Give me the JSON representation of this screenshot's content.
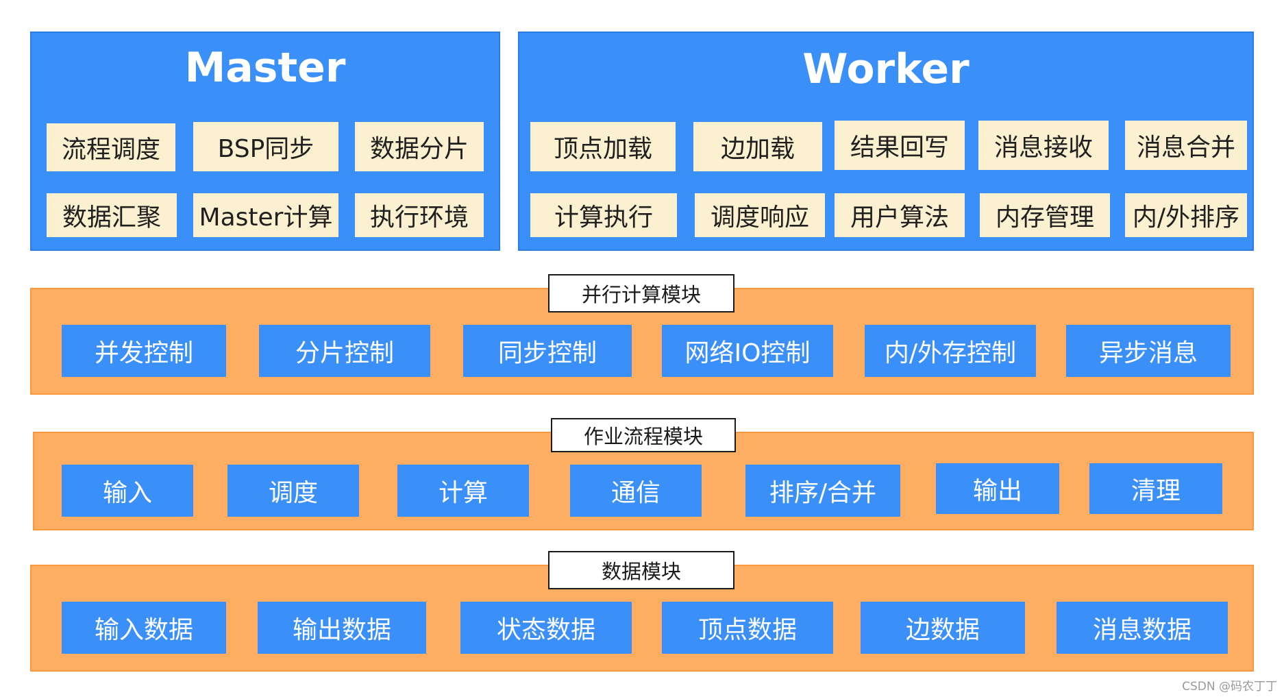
{
  "master": {
    "title": "Master",
    "items": [
      "流程调度",
      "BSP同步",
      "数据分片",
      "数据汇聚",
      "Master计算",
      "执行环境"
    ]
  },
  "worker": {
    "title": "Worker",
    "items": [
      "顶点加载",
      "边加载",
      "结果回写",
      "消息接收",
      "消息合并",
      "计算执行",
      "调度响应",
      "用户算法",
      "内存管理",
      "内/外排序"
    ]
  },
  "parallel_module": {
    "title": "并行计算模块",
    "items": [
      "并发控制",
      "分片控制",
      "同步控制",
      "网络IO控制",
      "内/外存控制",
      "异步消息"
    ]
  },
  "job_flow_module": {
    "title": "作业流程模块",
    "items": [
      "输入",
      "调度",
      "计算",
      "通信",
      "排序/合并",
      "输出",
      "清理"
    ]
  },
  "data_module": {
    "title": "数据模块",
    "items": [
      "输入数据",
      "输出数据",
      "状态数据",
      "顶点数据",
      "边数据",
      "消息数据"
    ]
  },
  "watermark": "CSDN @码农丁丁",
  "colors": {
    "blue": "#3a8ff8",
    "cream": "#fbf0cf",
    "orange": "#fdae63",
    "orange_border": "#f7983e"
  }
}
